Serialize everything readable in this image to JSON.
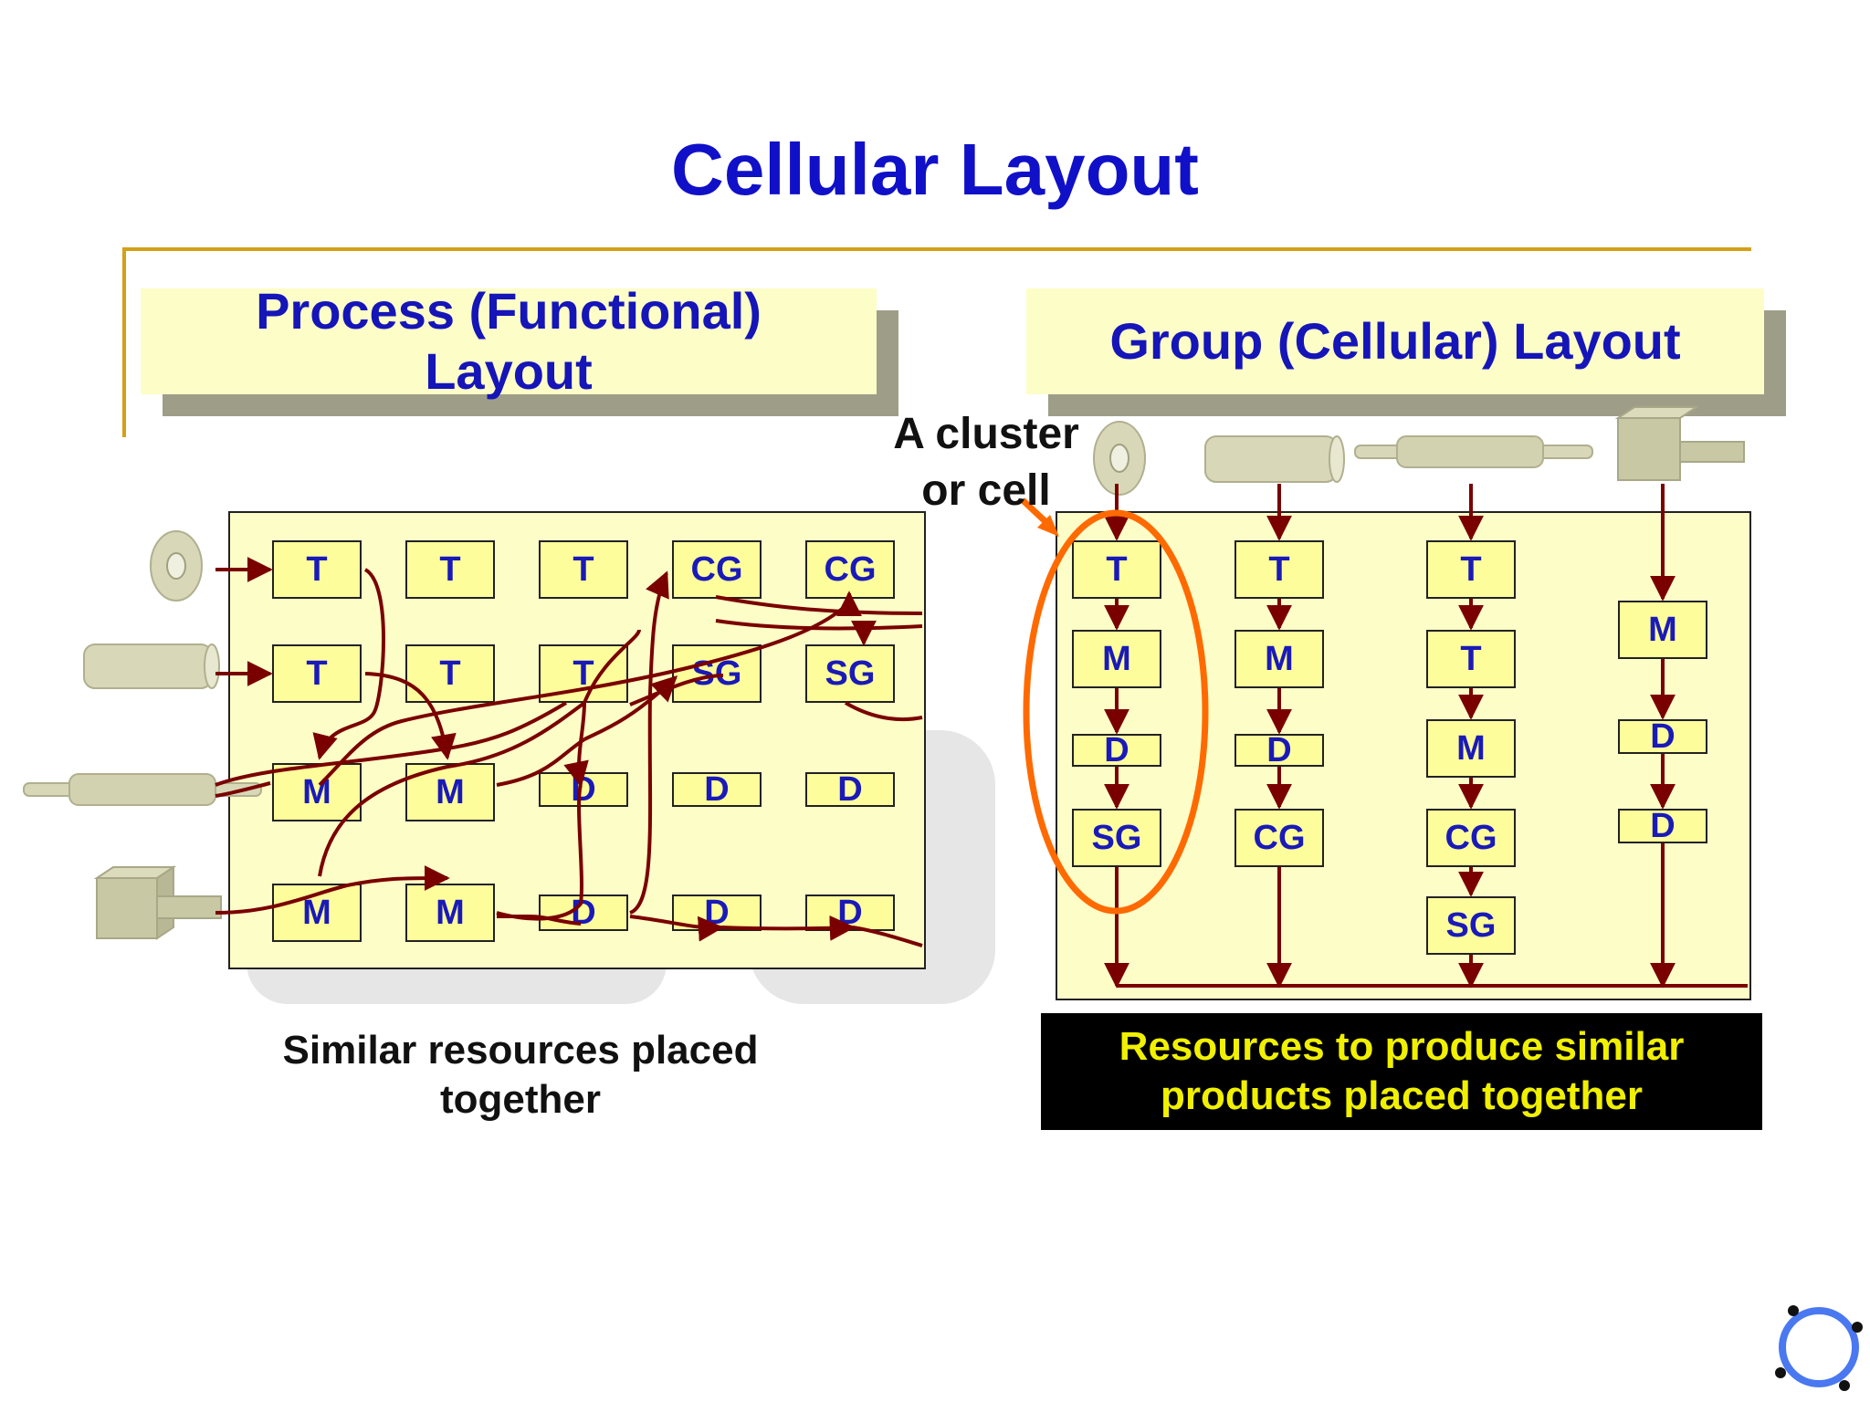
{
  "title": "Cellular Layout",
  "left_header": {
    "line1": "Process (Functional)",
    "line2": "Layout"
  },
  "right_header": "Group (Cellular) Layout",
  "cluster_label": {
    "line1": "A cluster",
    "line2": "or cell"
  },
  "left_caption": {
    "line1": "Similar resources placed",
    "line2": "together"
  },
  "right_caption": {
    "line1": "Resources to produce similar",
    "line2": "products placed together"
  },
  "left_grid": [
    [
      "T",
      "T",
      "T",
      "CG",
      "CG"
    ],
    [
      "T",
      "T",
      "T",
      "SG",
      "SG"
    ],
    [
      "M",
      "M",
      "D",
      "D",
      "D"
    ],
    [
      "M",
      "M",
      "D",
      "D",
      "D"
    ]
  ],
  "right_cells": [
    [
      "T",
      "M",
      "D",
      "SG"
    ],
    [
      "T",
      "M",
      "D",
      "CG"
    ],
    [
      "T",
      "T",
      "M",
      "CG",
      "SG"
    ],
    [
      "M",
      "D",
      "D"
    ]
  ],
  "colors": {
    "title": "#1010c8",
    "flow": "#7a0000",
    "cluster": "#ff6a00",
    "box_fill": "#fdfd9c",
    "panel_fill": "#fdfdc8"
  }
}
